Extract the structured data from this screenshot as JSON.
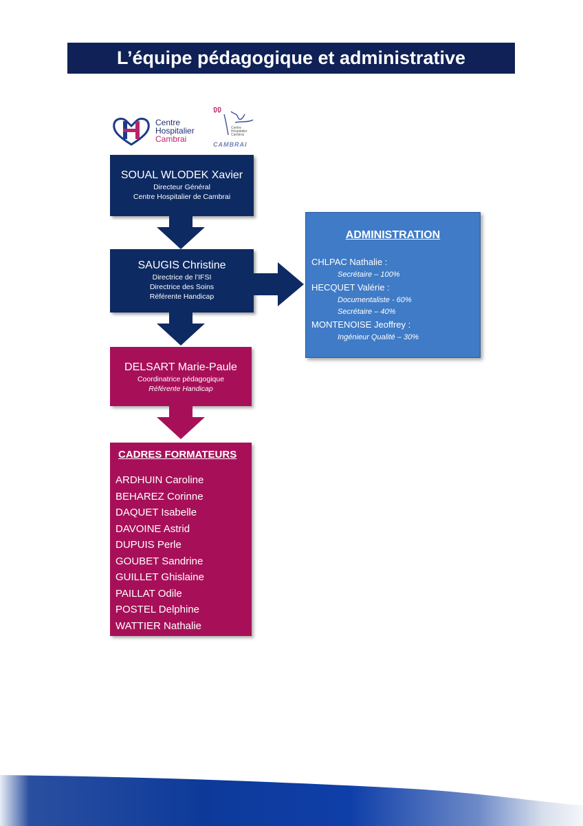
{
  "page_title": "L’équipe pédagogique et administrative",
  "logo": {
    "ch_line1": "Centre",
    "ch_line2": "Hospitalier",
    "ch_line3": "Cambrai",
    "ifsi_small": "Centre Hospitalier Cambrai",
    "ifsi_caption": "CAMBRAI"
  },
  "director": {
    "name": "SOUAL WLODEK Xavier",
    "role": "Directeur Général",
    "org": "Centre Hospitalier de Cambrai"
  },
  "ifsi_director": {
    "name": "SAUGIS Christine",
    "roles": [
      "Directrice de l’IFSI",
      "Directrice des Soins",
      "Référente Handicap"
    ]
  },
  "coordinator": {
    "name": "DELSART Marie-Paule",
    "role": "Coordinatrice pédagogique",
    "role2": "Référente Handicap"
  },
  "administration": {
    "heading": "ADMINISTRATION",
    "people": [
      {
        "name": "CHLPAC Nathalie :",
        "roles": [
          "Secrétaire – 100%"
        ]
      },
      {
        "name": "HECQUET Valérie :",
        "roles": [
          "Documentaliste  - 60%",
          "Secrétaire – 40%"
        ]
      },
      {
        "name": "MONTENOISE Jeoffrey :",
        "roles": [
          "Ingénieur Qualité – 30%"
        ]
      }
    ]
  },
  "trainers": {
    "heading": "CADRES FORMATEURS",
    "names": [
      "ARDHUIN Caroline",
      "BEHAREZ Corinne",
      "DAQUET Isabelle",
      "DAVOINE Astrid",
      "DUPUIS Perle",
      "GOUBET Sandrine",
      "GUILLET Ghislaine",
      "PAILLAT Odile",
      "POSTEL Delphine",
      "WATTIER Nathalie"
    ]
  },
  "colors": {
    "navy": "#0e2a62",
    "pink": "#a71059",
    "admin_blue": "#3f7bc6",
    "title_bar": "#0f2156"
  }
}
